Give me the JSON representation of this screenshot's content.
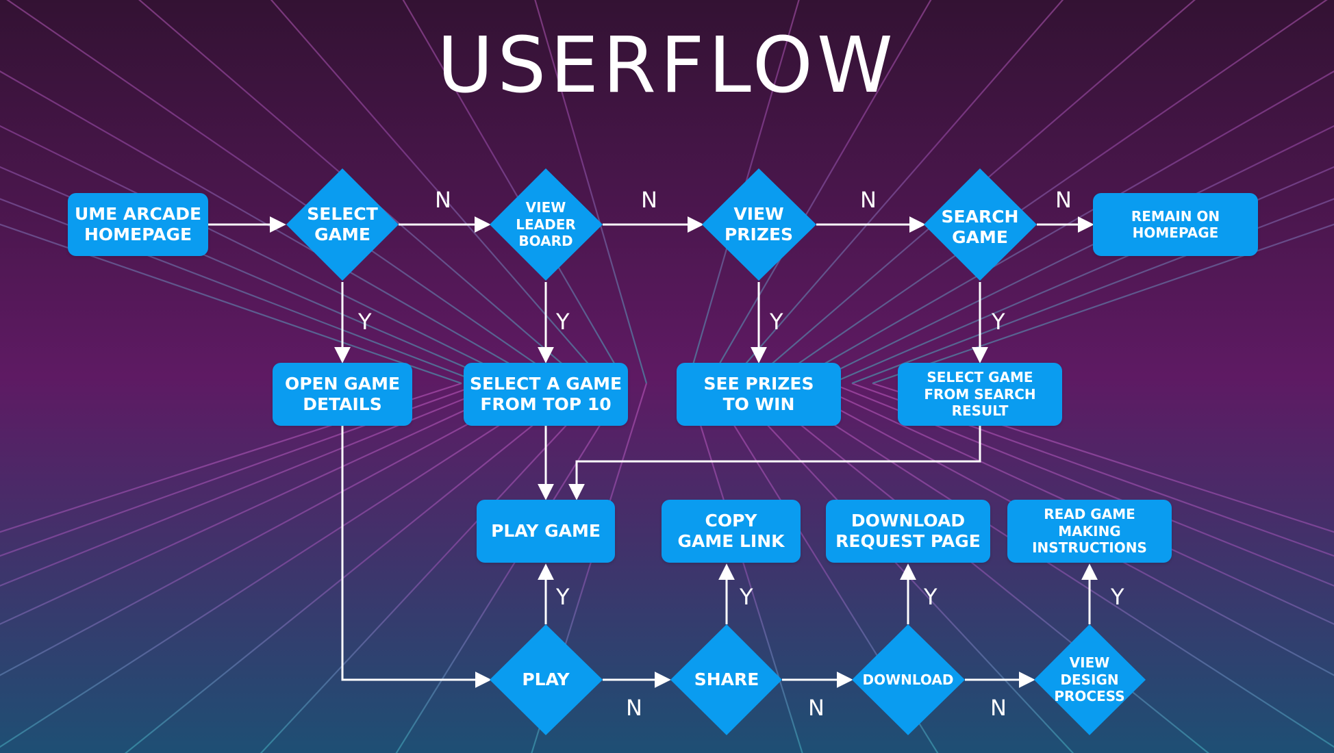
{
  "title": "USERFLOW",
  "colors": {
    "node_fill": "#0a9cf0",
    "text": "#ffffff",
    "connector": "#ffffff",
    "bg_top": "#331233",
    "bg_mid": "#5e1a63",
    "bg_bottom": "#1e4f74",
    "grid_top": "#d86ad6",
    "grid_bottom": "#3fd6d2"
  },
  "nodes": {
    "homepage": "UME ARCADE\nHOMEPAGE",
    "select_game": "SELECT\nGAME",
    "view_leaderboard": "VIEW\nLEADER\nBOARD",
    "view_prizes": "VIEW\nPRIZES",
    "search_game": "SEARCH\nGAME",
    "remain_homepage": "REMAIN ON\nHOMEPAGE",
    "open_game_details": "OPEN GAME\nDETAILS",
    "select_top10": "SELECT A GAME\nFROM TOP 10",
    "see_prizes": "SEE PRIZES\nTO WIN",
    "select_search_result": "SELECT GAME\nFROM SEARCH\nRESULT",
    "play_game": "PLAY GAME",
    "copy_link": "COPY\nGAME LINK",
    "download_page": "DOWNLOAD\nREQUEST PAGE",
    "read_instructions": "READ GAME\nMAKING\nINSTRUCTIONS",
    "play": "PLAY",
    "share": "SHARE",
    "download": "DOWNLOAD",
    "view_design": "VIEW\nDESIGN\nPROCESS"
  },
  "edge_labels": {
    "yes": "Y",
    "no": "N"
  }
}
